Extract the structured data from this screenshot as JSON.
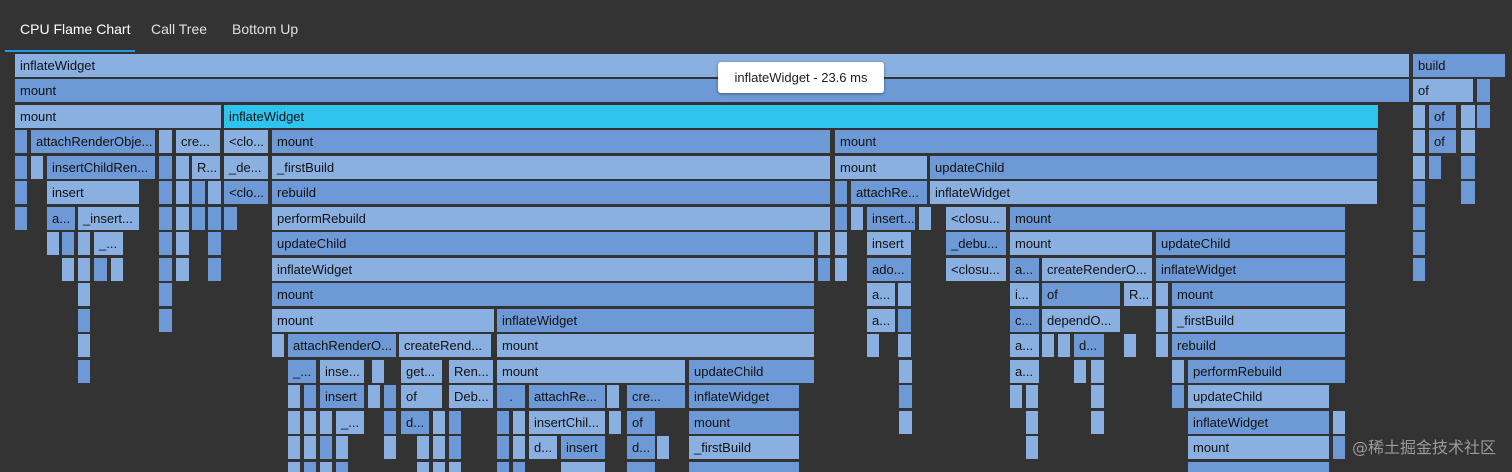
{
  "tabs": [
    {
      "label": "CPU Flame Chart",
      "active": true
    },
    {
      "label": "Call Tree",
      "active": false
    },
    {
      "label": "Bottom Up",
      "active": false
    }
  ],
  "tooltip": "inflateWidget - 23.6 ms",
  "watermark": "@稀土掘金技术社区",
  "colors": {
    "bar_light": "#8ab0e2",
    "bar_dark": "#6d9ad6",
    "selected": "#2fc4ee",
    "background": "#333334",
    "tab_underline": "#1f9be3"
  },
  "nodes": [
    {
      "label": "inflateWidget"
    },
    {
      "label": "build"
    },
    {
      "label": "mount"
    },
    {
      "label": "of"
    },
    {
      "label": "mount"
    },
    {
      "label": "inflateWidget",
      "selected": true
    },
    {
      "label": "of"
    },
    {
      "label": "attachRenderObje..."
    },
    {
      "label": "cre..."
    },
    {
      "label": "<clo..."
    },
    {
      "label": "mount"
    },
    {
      "label": "mount"
    },
    {
      "label": "of"
    },
    {
      "label": "insertChildRen..."
    },
    {
      "label": "R..."
    },
    {
      "label": "_de..."
    },
    {
      "label": "_firstBuild"
    },
    {
      "label": "mount"
    },
    {
      "label": "updateChild"
    },
    {
      "label": "insert"
    },
    {
      "label": "<clo..."
    },
    {
      "label": "rebuild"
    },
    {
      "label": "attachRe..."
    },
    {
      "label": "inflateWidget"
    },
    {
      "label": "a..."
    },
    {
      "label": "_insert..."
    },
    {
      "label": "performRebuild"
    },
    {
      "label": "insert..."
    },
    {
      "label": "<closu..."
    },
    {
      "label": "mount"
    },
    {
      "label": "_..."
    },
    {
      "label": "updateChild"
    },
    {
      "label": "insert"
    },
    {
      "label": "_debu..."
    },
    {
      "label": "mount"
    },
    {
      "label": "updateChild"
    },
    {
      "label": "inflateWidget"
    },
    {
      "label": "ado..."
    },
    {
      "label": "<closu..."
    },
    {
      "label": "a..."
    },
    {
      "label": "createRenderO..."
    },
    {
      "label": "inflateWidget"
    },
    {
      "label": "mount"
    },
    {
      "label": "a..."
    },
    {
      "label": "i..."
    },
    {
      "label": "of"
    },
    {
      "label": "R..."
    },
    {
      "label": "mount"
    },
    {
      "label": "mount"
    },
    {
      "label": "inflateWidget"
    },
    {
      "label": "a..."
    },
    {
      "label": "c..."
    },
    {
      "label": "dependO..."
    },
    {
      "label": "_firstBuild"
    },
    {
      "label": "attachRenderO..."
    },
    {
      "label": "createRend..."
    },
    {
      "label": "mount"
    },
    {
      "label": "a..."
    },
    {
      "label": "d..."
    },
    {
      "label": "rebuild"
    },
    {
      "label": "_..."
    },
    {
      "label": "inse..."
    },
    {
      "label": "get..."
    },
    {
      "label": "Ren..."
    },
    {
      "label": "mount"
    },
    {
      "label": "updateChild"
    },
    {
      "label": "a..."
    },
    {
      "label": "performRebuild"
    },
    {
      "label": "insert"
    },
    {
      "label": "of"
    },
    {
      "label": "Deb..."
    },
    {
      "label": "..."
    },
    {
      "label": "attachRe..."
    },
    {
      "label": "cre..."
    },
    {
      "label": "inflateWidget"
    },
    {
      "label": "updateChild"
    },
    {
      "label": "_..."
    },
    {
      "label": "d..."
    },
    {
      "label": "insertChil..."
    },
    {
      "label": "of"
    },
    {
      "label": "mount"
    },
    {
      "label": "inflateWidget"
    },
    {
      "label": "d..."
    },
    {
      "label": "insert"
    },
    {
      "label": "d..."
    },
    {
      "label": "_firstBuild"
    },
    {
      "label": "mount"
    }
  ]
}
